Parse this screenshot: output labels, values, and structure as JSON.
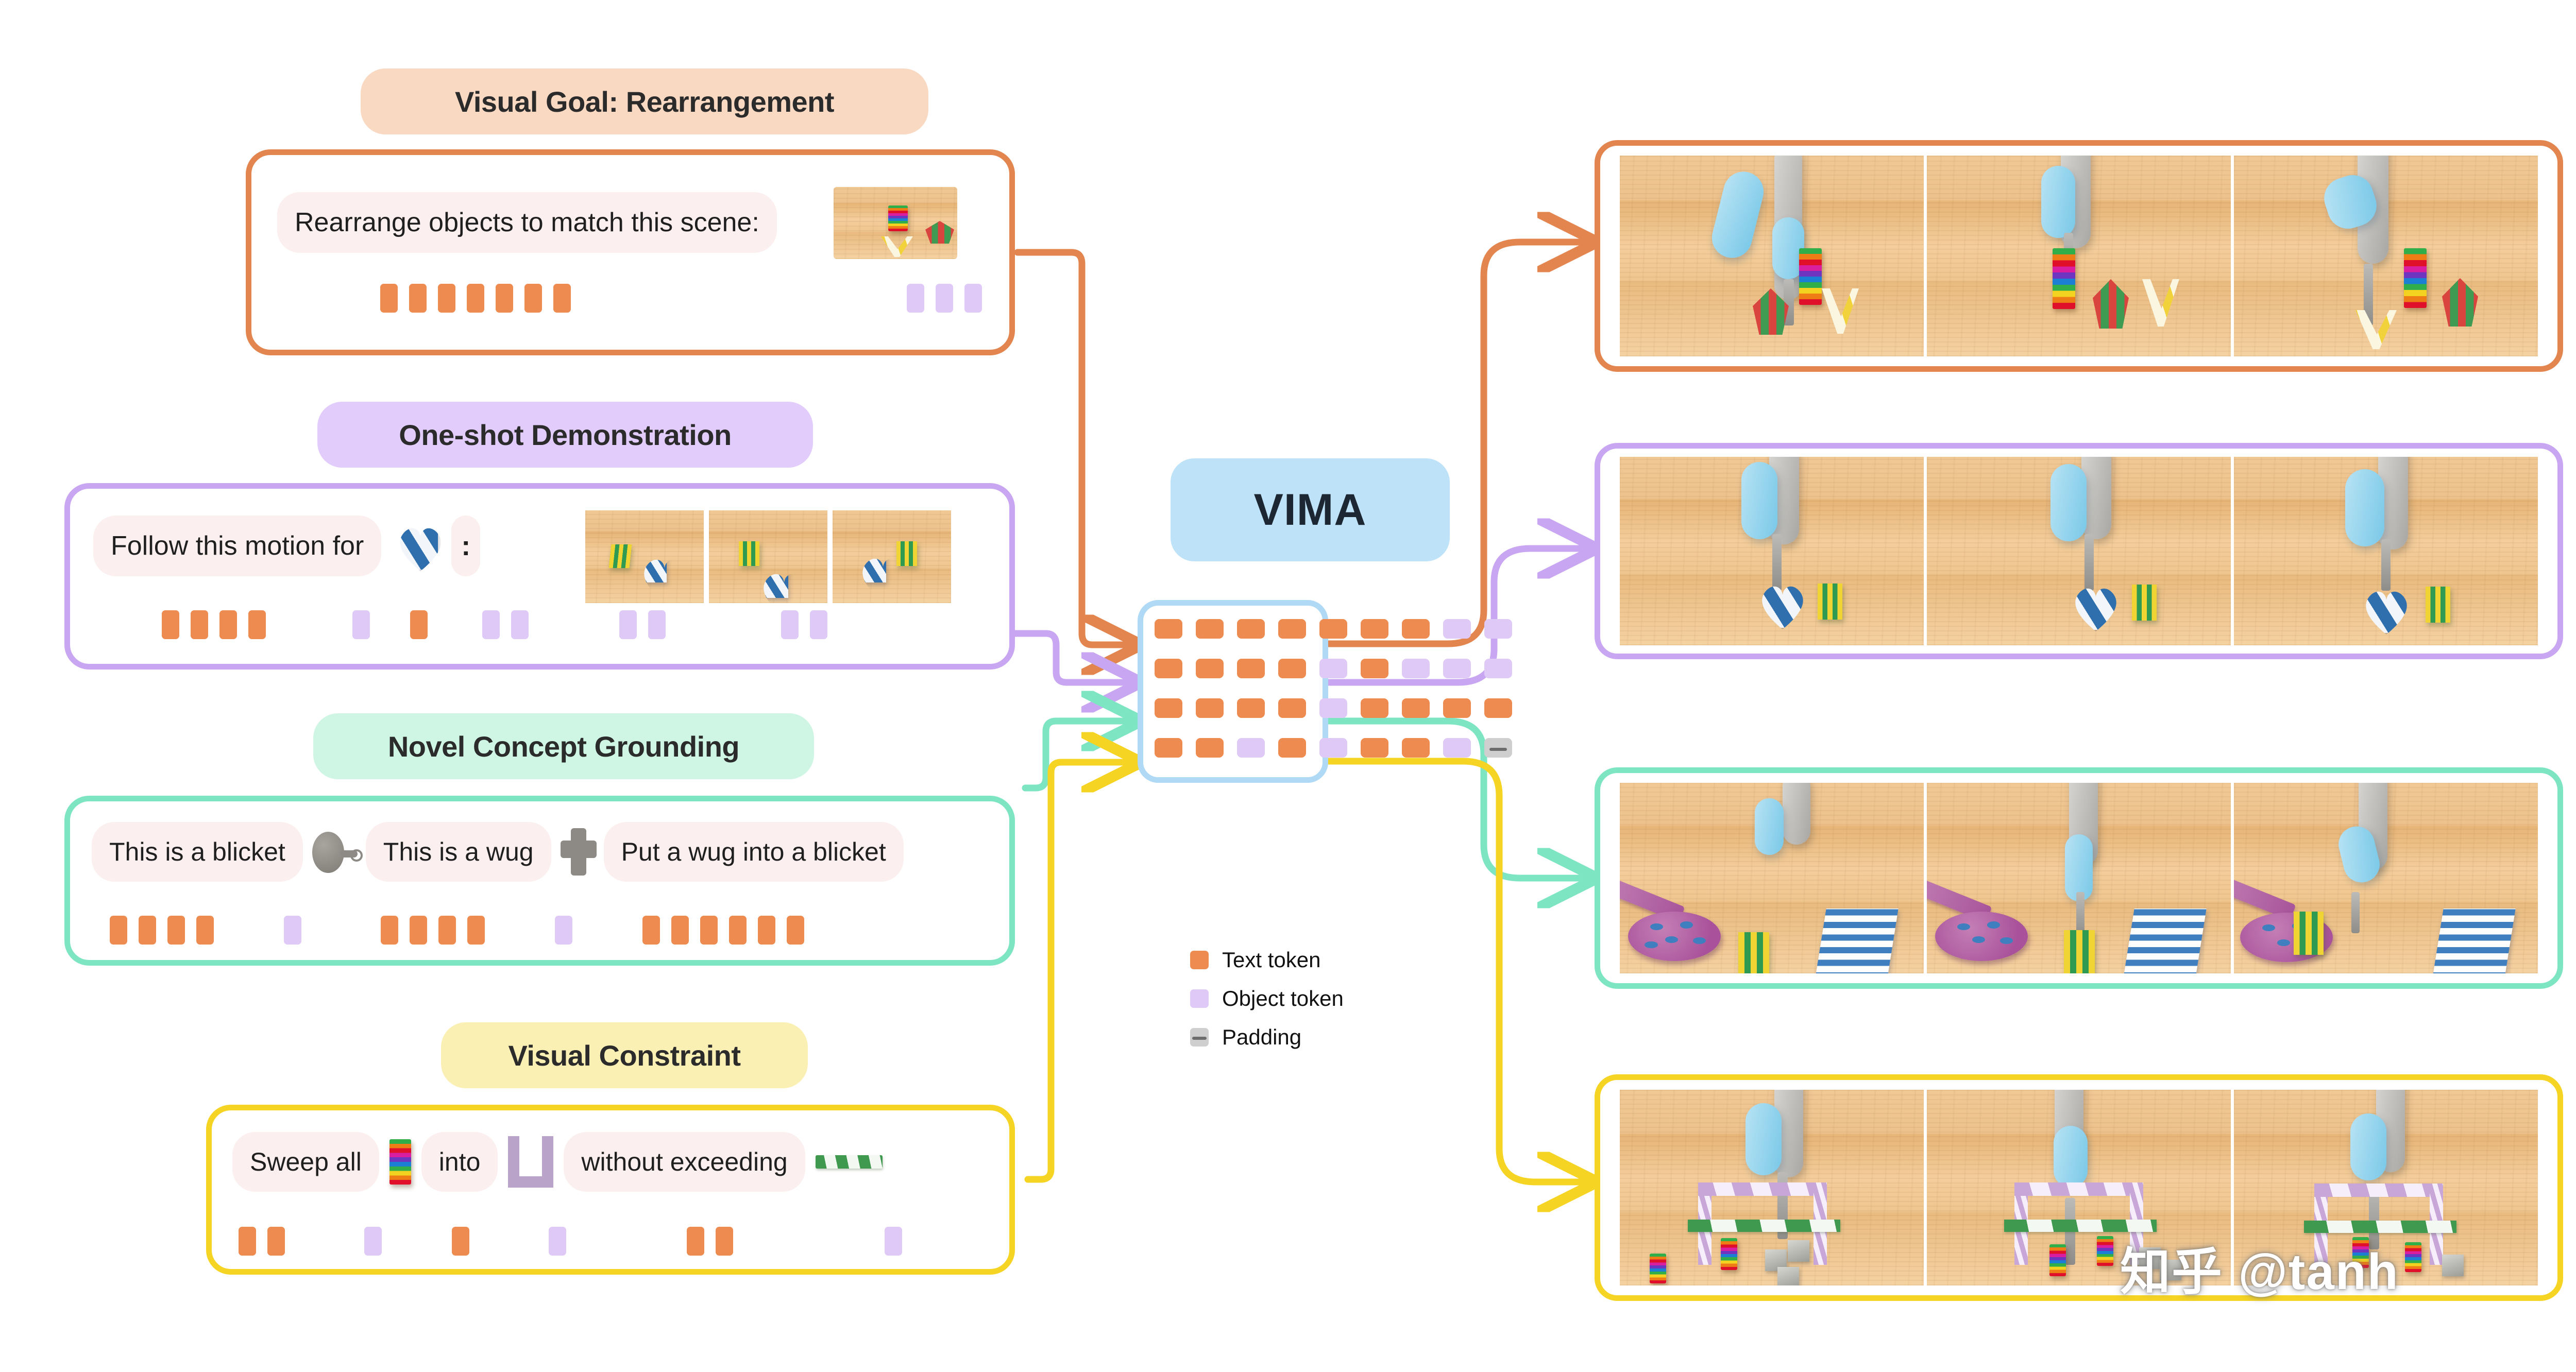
{
  "model": {
    "name": "VIMA"
  },
  "legend": {
    "items": [
      {
        "label": "Text token",
        "color": "#ED8B51",
        "kind": "text"
      },
      {
        "label": "Object token",
        "color": "#DEC9F7",
        "kind": "object"
      },
      {
        "label": "Padding",
        "color": "#CFCFCF",
        "kind": "padding"
      }
    ]
  },
  "tasks": [
    {
      "id": "visual-goal",
      "title": "Visual Goal: Rearrangement",
      "accent": "#E3854E",
      "header_bg": "#FAD9C3",
      "border": "#E3854E",
      "prompt_text": "Rearrange objects to match this scene:",
      "tokens": [
        "t",
        "t",
        "t",
        "t",
        "t",
        "t",
        "t",
        "gap",
        "gap",
        "gap",
        "gap",
        "o",
        "o",
        "o"
      ]
    },
    {
      "id": "one-shot",
      "title": "One-shot Demonstration",
      "accent": "#C9A6F2",
      "header_bg": "#E2CCFB",
      "border": "#C9A6F2",
      "prompt_text": "Follow this motion for",
      "prompt_colon": ":",
      "object_icon": "striped-heart",
      "tokens": [
        "t",
        "t",
        "t",
        "t",
        "gap",
        "gap",
        "o",
        "t",
        "gap",
        "o",
        "o",
        "gap",
        "o",
        "o",
        "gap",
        "o",
        "o"
      ]
    },
    {
      "id": "novel-concept",
      "title": "Novel Concept Grounding",
      "accent": "#7EE5C2",
      "header_bg": "#CFF5E4",
      "border": "#7EE5C2",
      "segments": [
        "This is a blicket",
        "This is a wug",
        "Put a wug into a blicket"
      ],
      "inline_icons": [
        "grey-pan-icon",
        "grey-cross-icon"
      ],
      "tokens": [
        "t",
        "t",
        "t",
        "t",
        "gap",
        "o",
        "gap",
        "t",
        "t",
        "t",
        "t",
        "gap",
        "o",
        "gap",
        "t",
        "t",
        "t",
        "t",
        "t",
        "t"
      ]
    },
    {
      "id": "visual-constraint",
      "title": "Visual Constraint",
      "accent": "#F6D423",
      "header_bg": "#FBF0B4",
      "border": "#F6D423",
      "segments": [
        "Sweep all",
        "into",
        "without exceeding"
      ],
      "inline_icons": [
        "rainbow-block-icon",
        "u-frame-icon",
        "green-line-icon"
      ],
      "tokens": [
        "t",
        "t",
        "gap",
        "o",
        "gap",
        "t",
        "gap",
        "o",
        "gap",
        "t",
        "t",
        "gap",
        "gap",
        "o"
      ]
    }
  ],
  "token_grid": {
    "rows": [
      [
        "t",
        "t",
        "t",
        "t",
        "t",
        "t",
        "t",
        "o",
        "o"
      ],
      [
        "t",
        "t",
        "t",
        "t",
        "o",
        "t",
        "o",
        "o",
        "o"
      ],
      [
        "t",
        "t",
        "t",
        "t",
        "o",
        "t",
        "t",
        "t",
        "t"
      ],
      [
        "t",
        "t",
        "o",
        "t",
        "o",
        "t",
        "t",
        "o",
        "p"
      ]
    ]
  },
  "results": [
    {
      "id": "result-visual-goal",
      "border": "#E3854E",
      "frames": 3
    },
    {
      "id": "result-one-shot",
      "border": "#C9A6F2",
      "frames": 3
    },
    {
      "id": "result-novel-concept",
      "border": "#7EE5C2",
      "frames": 3
    },
    {
      "id": "result-visual-constraint",
      "border": "#F6D423",
      "frames": 3
    }
  ],
  "watermark": {
    "text": "知乎 @tanh"
  }
}
